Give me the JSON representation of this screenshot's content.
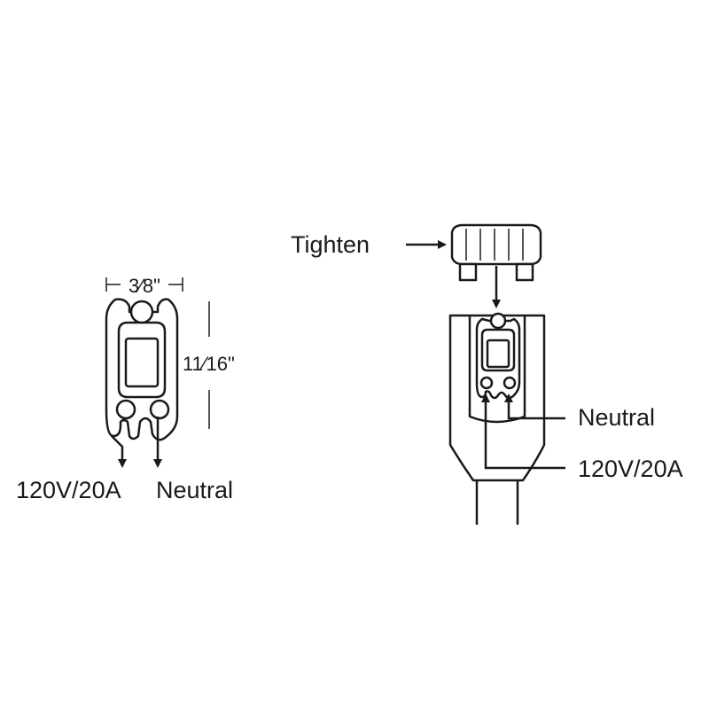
{
  "left_diagram": {
    "width_dimension": "3⁄8\"",
    "height_dimension": "11⁄16\"",
    "hot_label": "120V/20A",
    "neutral_label": "Neutral"
  },
  "right_diagram": {
    "cap_label": "Tighten",
    "neutral_label": "Neutral",
    "hot_label": "120V/20A"
  },
  "colors": {
    "line": "#1a1a1a",
    "fill": "#ffffff"
  }
}
